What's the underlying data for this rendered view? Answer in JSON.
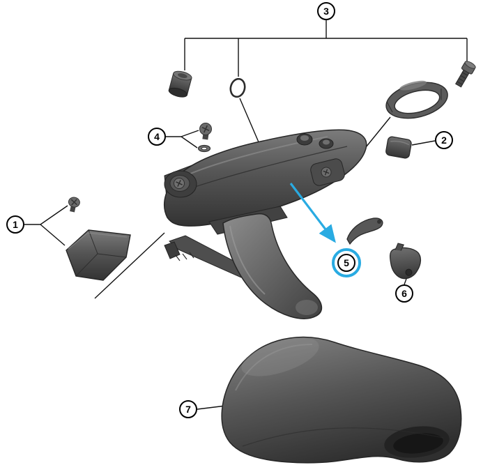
{
  "diagram": {
    "kind": "exploded-parts-diagram",
    "highlighted_part": "5"
  },
  "callouts": {
    "c1": {
      "label": "1",
      "highlighted": false
    },
    "c2": {
      "label": "2",
      "highlighted": false
    },
    "c3": {
      "label": "3",
      "highlighted": false
    },
    "c4": {
      "label": "4",
      "highlighted": false
    },
    "c5": {
      "label": "5",
      "highlighted": true
    },
    "c6": {
      "label": "6",
      "highlighted": false
    },
    "c7": {
      "label": "7",
      "highlighted": false
    }
  },
  "colors": {
    "background": "#ffffff",
    "callout_line": "#111111",
    "highlight_accent": "#29abe2",
    "part_gray_dark": "#333333",
    "part_gray_mid": "#555555",
    "part_gray_light": "#8a8a8a"
  }
}
